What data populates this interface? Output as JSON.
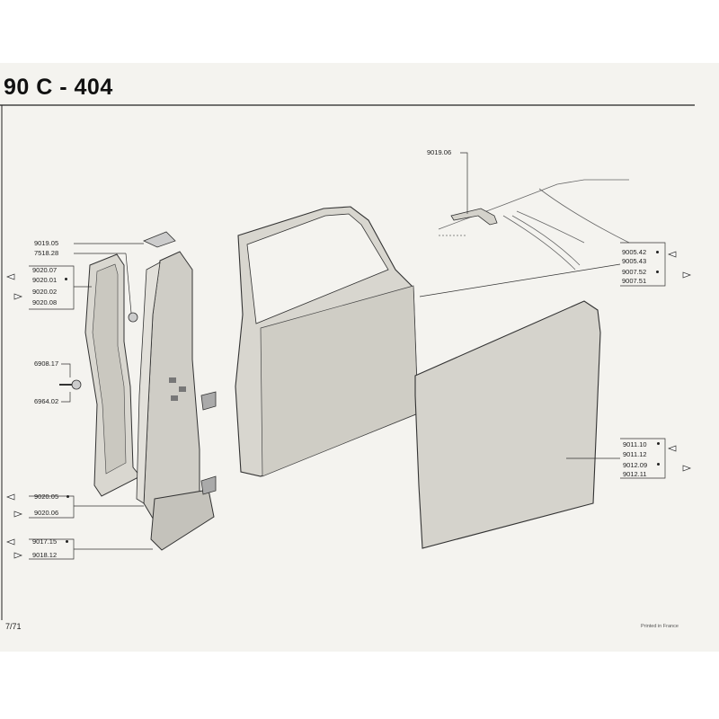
{
  "header": {
    "title": "90 C - 404"
  },
  "footer": {
    "page": "7/71",
    "printed": "Printed in France"
  },
  "labels": {
    "l9019_05a": "9019.05",
    "l7518_28": "7518.28",
    "l9020_07": "9020.07",
    "l9020_01": "9020.01",
    "l9020_02": "9020.02",
    "l9020_08": "9020.08",
    "l6908_17": "6908.17",
    "l6964_02": "6964.02",
    "l9020_05": "9020.05",
    "l9020_06": "9020.06",
    "l9017_15": "9017.15",
    "l9018_12": "9018.12",
    "l9019_06": "9019.06",
    "l9005_42": "9005.42",
    "l9005_43": "9005.43",
    "l9007_52": "9007.52",
    "l9007_51": "9007.51",
    "l9011_10": "9011.10",
    "l9011_12": "9011.12",
    "l9012_09": "9012.09",
    "l9012_11": "9012.11"
  }
}
